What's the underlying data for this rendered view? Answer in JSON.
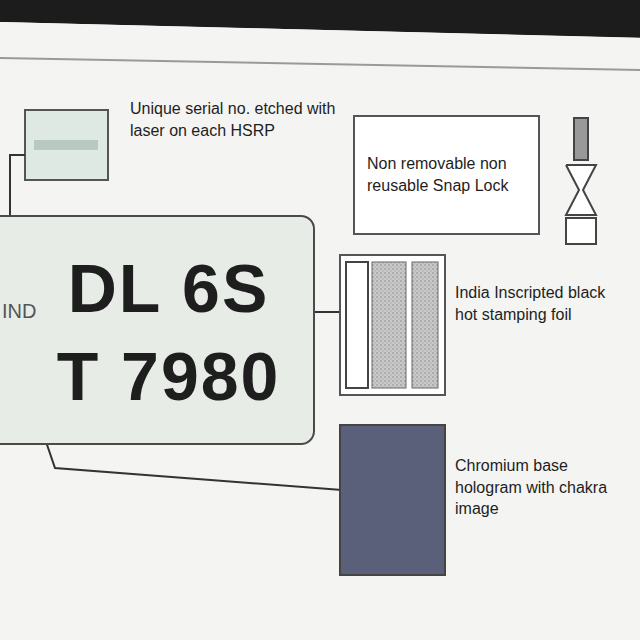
{
  "diagram": {
    "nodes": [
      {
        "text": [
          "DL 6S",
          "T 7980"
        ]
      },
      {
        "text": [
          "Non removable non reusable Snap Lock"
        ]
      }
    ],
    "labels": [
      "IND",
      "Unique serial no. etched with laser on each HSRP",
      "India Inscripted black hot stamping foil",
      "Chromium base hologram with chakra image"
    ]
  }
}
